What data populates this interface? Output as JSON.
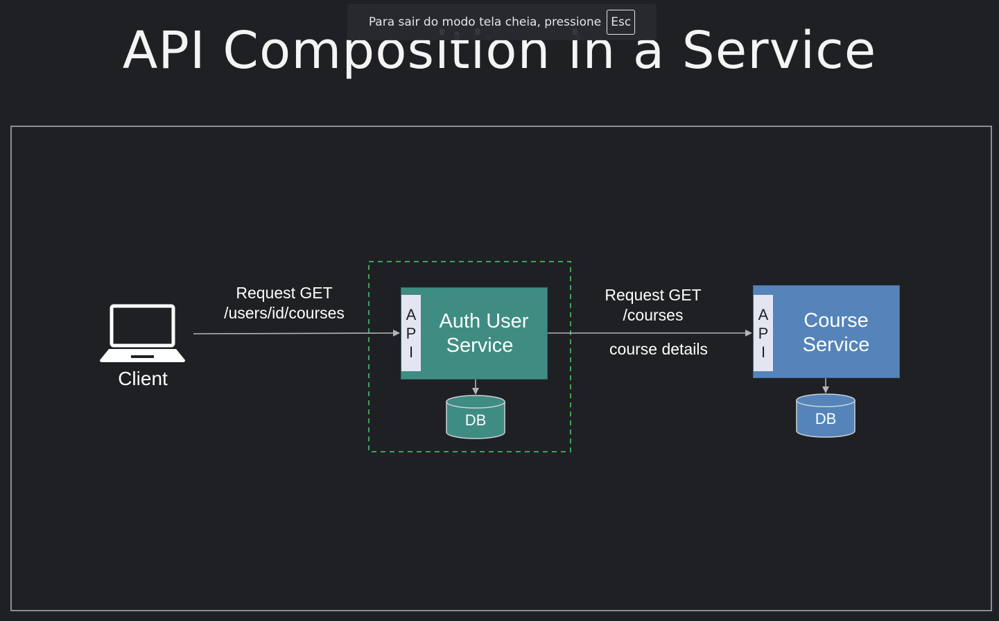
{
  "slide": {
    "title": "API Composition in a Service"
  },
  "fullscreen_notice": {
    "message": "Para sair do modo tela cheia, pressione",
    "key": "Esc"
  },
  "diagram": {
    "client": {
      "label": "Client",
      "icon": "laptop-icon"
    },
    "request_to_auth": {
      "line1": "Request GET",
      "line2": "/users/id/courses"
    },
    "auth_service": {
      "api_letters": [
        "A",
        "P",
        "I"
      ],
      "line1": "Auth User",
      "line2": "Service",
      "db_label": "DB",
      "color": "#3f8c83"
    },
    "request_to_course": {
      "line1": "Request GET",
      "line2": "/courses"
    },
    "response_label": "course details",
    "course_service": {
      "api_letters": [
        "A",
        "P",
        "I"
      ],
      "line1": "Course",
      "line2": "Service",
      "db_label": "DB",
      "color": "#5484b9"
    },
    "composition_boundary_color": "#3fa35a"
  }
}
